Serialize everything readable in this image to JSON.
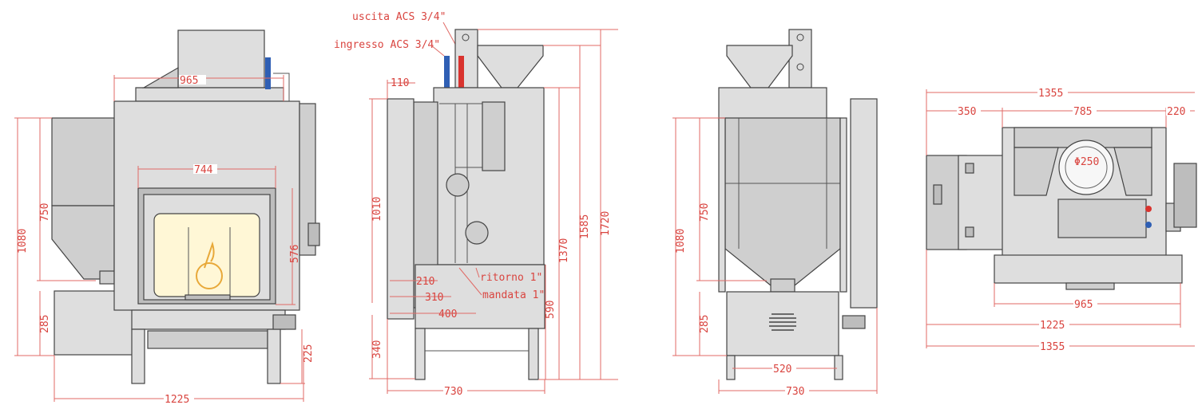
{
  "labels": {
    "uscita": "uscita ACS 3/4\"",
    "ingresso": "ingresso ACS 3/4\"",
    "ritorno": "ritorno 1\"",
    "mandata": "mandata 1\"",
    "phi": "Φ250"
  },
  "dims": {
    "front": {
      "w965": "965",
      "w744": "744",
      "h1080": "1080",
      "h750": "750",
      "h576": "576",
      "h285": "285",
      "h225": "225",
      "w1225": "1225"
    },
    "side": {
      "w110": "110",
      "h1010": "1010",
      "h1370": "1370",
      "h1585": "1585",
      "h1720": "1720",
      "h590": "590",
      "h340": "340",
      "w210": "210",
      "w310": "310",
      "w400": "400",
      "w730": "730"
    },
    "back": {
      "h1080": "1080",
      "h750": "750",
      "h285": "285",
      "w520": "520",
      "w730": "730"
    },
    "top": {
      "w1355a": "1355",
      "w350": "350",
      "w785": "785",
      "w220": "220",
      "w965": "965",
      "w1225": "1225",
      "w1355b": "1355"
    }
  },
  "colors": {
    "dimension": "#d9443f",
    "pipe_cold": "#2f5fb4",
    "pipe_hot": "#d9332e",
    "glass": "#fff7d6",
    "flame": "#e8a93a"
  }
}
